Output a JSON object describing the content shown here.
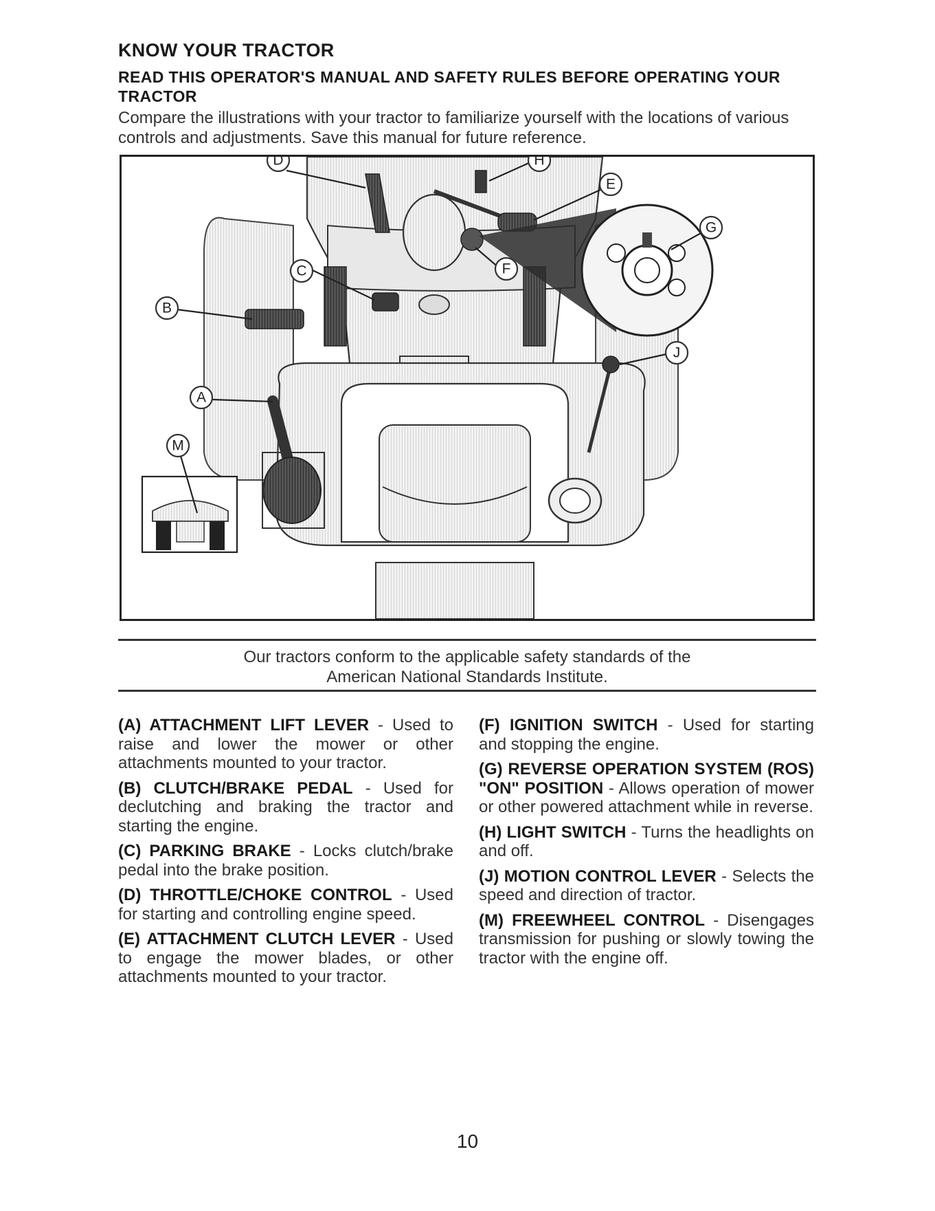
{
  "header": {
    "title": "KNOW YOUR TRACTOR",
    "subtitle": "READ THIS OPERATOR'S MANUAL AND SAFETY RULES BEFORE OPERATING YOUR TRACTOR",
    "intro": "Compare the illustrations with your tractor to familiarize yourself with the locations of various controls and adjustments. Save this manual for future reference."
  },
  "figure": {
    "callouts": [
      "D",
      "H",
      "E",
      "G",
      "C",
      "F",
      "B",
      "J",
      "A",
      "M"
    ]
  },
  "standards": {
    "line1": "Our tractors conform to the applicable safety standards of the",
    "line2": "American National Standards Institute."
  },
  "descriptions": {
    "left": [
      {
        "term": "(A) ATTACHMENT LIFT LEVER",
        "text": " - Used to raise and lower the mower or other attachments mounted to your tractor."
      },
      {
        "term": "(B) CLUTCH/BRAKE PEDAL",
        "text": " - Used for declutching and braking the tractor and starting the engine."
      },
      {
        "term": "(C) PARKING BRAKE",
        "text": " - Locks clutch/brake pedal into the brake position."
      },
      {
        "term": "(D) THROTTLE/CHOKE CONTROL",
        "text": " - Used for starting and controlling engine speed."
      },
      {
        "term": "(E) ATTACHMENT CLUTCH LEVER",
        "text": " - Used to engage the mower blades, or other attachments mounted to your tractor."
      }
    ],
    "right": [
      {
        "term": "(F) IGNITION SWITCH",
        "text": " - Used for starting and stopping the engine."
      },
      {
        "term": "(G) REVERSE OPERATION SYSTEM (ROS) \"ON\" POSITION",
        "text": " - Allows operation of mower or other powered attachment while in reverse."
      },
      {
        "term": "(H) LIGHT SWITCH",
        "text": " - Turns the headlights on and off."
      },
      {
        "term": "(J) MOTION CONTROL LEVER",
        "text": " - Selects the speed and direction of tractor."
      },
      {
        "term": "(M) FREEWHEEL CONTROL",
        "text": " - Disengages transmission for pushing or slowly towing the tractor with the engine off."
      }
    ]
  },
  "footer": {
    "page_number": "10"
  },
  "colors": {
    "ink": "#1a1a1a",
    "illustration_gray": "#8a8a8a",
    "dark_part": "#3a3a3a"
  }
}
